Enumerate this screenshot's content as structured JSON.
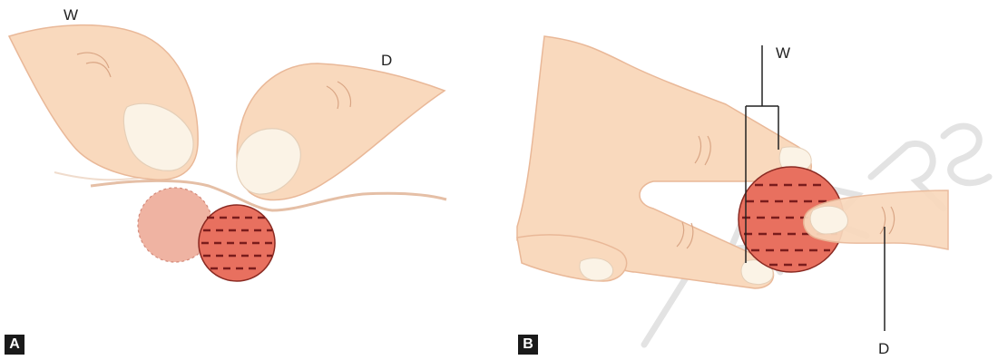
{
  "panels": [
    {
      "tag": "A",
      "labels": {
        "top_left": "W",
        "top_right": "D"
      }
    },
    {
      "tag": "B",
      "labels": {
        "top": "W",
        "bottom": "D"
      }
    }
  ],
  "watermark": "JAYPEE BROTHERS",
  "colors": {
    "skin": "#f9d9bd",
    "skin_shadow": "#e9b898",
    "nail": "#fbf3e6",
    "lesion": "#e8705f",
    "lesion_dash": "#7a1c1c",
    "ghost_lesion": "#efb3a2",
    "watermark": "#e6e6e6"
  }
}
